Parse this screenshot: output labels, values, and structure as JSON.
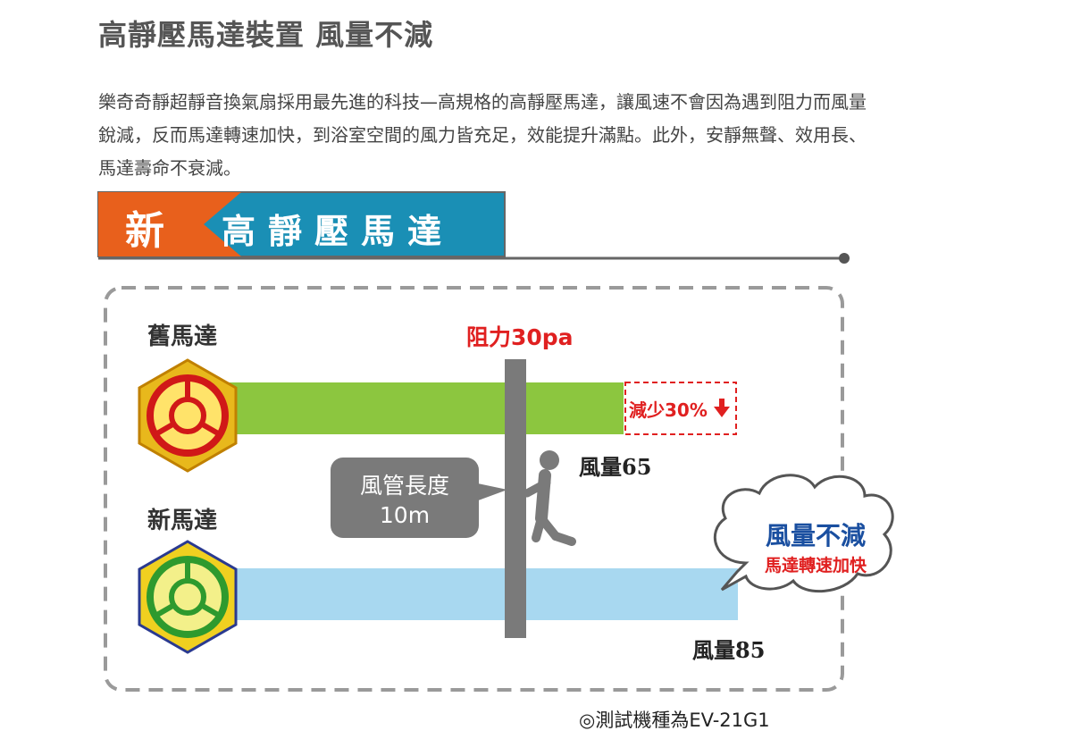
{
  "title": "高靜壓馬達裝置 風量不減",
  "paragraph": {
    "line1": "樂奇奇靜超靜音換氣扇採用最先進的科技—高規格的高靜壓馬達，讓風速不會因為遇到阻力而風量",
    "line2": "銳減，反而馬達轉速加快，到浴室空間的風力皆充足，效能提升滿點。此外，安靜無聲、效用長、",
    "line3": "馬達壽命不衰減。"
  },
  "banner": {
    "new_label": "新",
    "text": "高靜壓馬達",
    "colors": {
      "orange": "#e8601c",
      "blue": "#1a8fb5"
    }
  },
  "diagram": {
    "old_motor_label": "舊馬達",
    "new_motor_label": "新馬達",
    "resistance_label": "阻力30pa",
    "reduction_label": "減少30%",
    "old_airflow_label": "風量65",
    "new_airflow_label": "風量85",
    "duct_label_line1": "風管長度",
    "duct_label_line2": "10m",
    "cloud_title": "風量不減",
    "cloud_subtitle": "馬達轉速加快",
    "colors": {
      "old_bar": "#8cc63f",
      "new_bar": "#a8d8f0",
      "wall": "#7a7a7a",
      "red": "#e02020"
    },
    "icons": [
      "old-motor-icon",
      "new-motor-icon",
      "person-pushing-icon",
      "down-arrow-icon"
    ]
  },
  "footnote": "◎測試機種為EV-21G1"
}
